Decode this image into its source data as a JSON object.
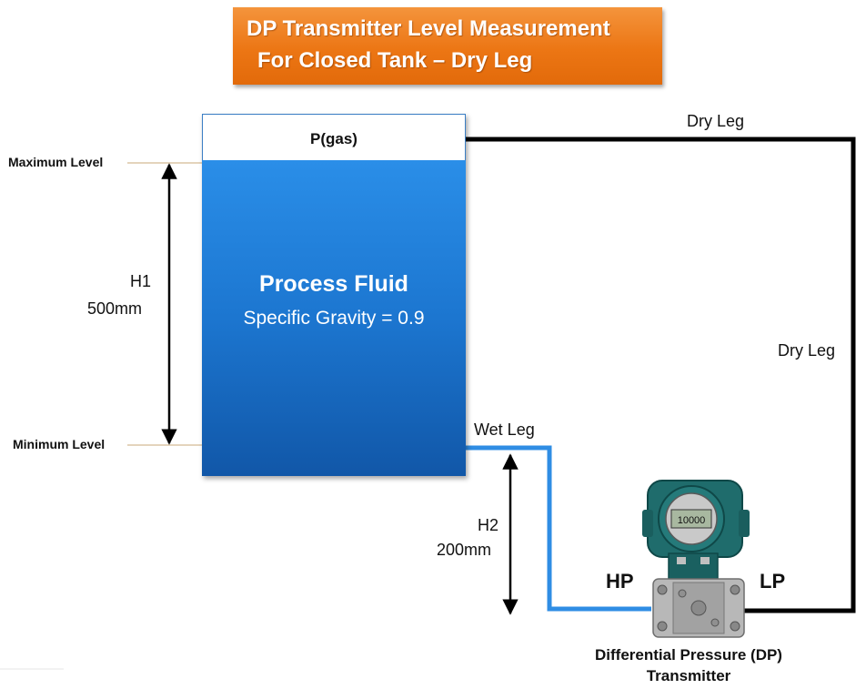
{
  "title": {
    "line1": "DP Transmitter Level Measurement",
    "line2": "For Closed Tank – Dry Leg"
  },
  "tank": {
    "gas_label": "P(gas)",
    "fluid_name": "Process Fluid",
    "specific_gravity_label": "Specific Gravity = 0.9"
  },
  "levels": {
    "maximum": "Maximum Level",
    "minimum": "Minimum Level"
  },
  "h1": {
    "name": "H1",
    "value": "500mm"
  },
  "h2": {
    "name": "H2",
    "value": "200mm"
  },
  "legs": {
    "dry_leg_top": "Dry Leg",
    "dry_leg_side": "Dry Leg",
    "wet_leg": "Wet Leg"
  },
  "transmitter": {
    "hp": "HP",
    "lp": "LP",
    "display_reading": "10000",
    "caption_line1": "Differential Pressure (DP)",
    "caption_line2": "Transmitter"
  },
  "colors": {
    "title_bg": "#ec7614",
    "fluid": "#1c76d0",
    "wet_leg": "#2f8de4",
    "dry_leg": "#000000",
    "level_line": "#c8a878"
  }
}
